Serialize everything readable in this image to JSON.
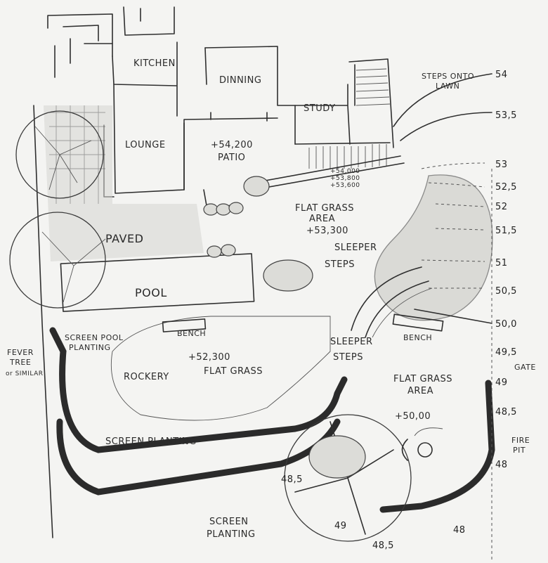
{
  "rooms": {
    "kitchen": "KITCHEN",
    "dinning": "DINNING",
    "study": "STUDY",
    "lounge": "LOUNGE"
  },
  "patio": {
    "level": "+54,200",
    "label": "PATIO"
  },
  "steps_onto_lawn": {
    "line1": "STEPS ONTO",
    "line2": "LAWN"
  },
  "terrace_levels": [
    "+54,000",
    "+53,800",
    "+53,600"
  ],
  "upper_lawn": {
    "line1": "FLAT GRASS",
    "line2": "AREA",
    "level": "+53,300"
  },
  "paved": "PAVED",
  "pool": "POOL",
  "sleeper_steps_upper": {
    "line1": "SLEEPER",
    "line2": "STEPS"
  },
  "screen_pool_planting": {
    "line1": "SCREEN POOL",
    "line2": "PLANTING"
  },
  "bench_left": "BENCH",
  "bench_right": "BENCH",
  "middle_lawn": {
    "level": "+52,300",
    "label": "FLAT GRASS"
  },
  "rockery": "ROCKERY",
  "sleeper_steps_lower": {
    "line1": "SLEEPER",
    "line2": "STEPS"
  },
  "lower_lawn": {
    "line1": "FLAT GRASS",
    "line2": "AREA",
    "level": "+50,00"
  },
  "screen_planting_lower": "SCREEN PLANTING",
  "screen_planting_bottom": {
    "line1": "SCREEN",
    "line2": "PLANTING"
  },
  "fever_tree": {
    "line1": "FEVER",
    "line2": "TREE",
    "line3": "or SIMILAR"
  },
  "gate": "GATE",
  "fire_pit": {
    "line1": "FIRE",
    "line2": "PIT"
  },
  "contours": [
    "54",
    "53,5",
    "53",
    "52,5",
    "52",
    "51,5",
    "51",
    "50,5",
    "50,0",
    "49,5",
    "49",
    "48,5",
    "48"
  ],
  "bottom_contours": {
    "c48": "48",
    "c48_5_left": "48,5",
    "c49": "49",
    "c48_5_bottom": "48,5"
  }
}
